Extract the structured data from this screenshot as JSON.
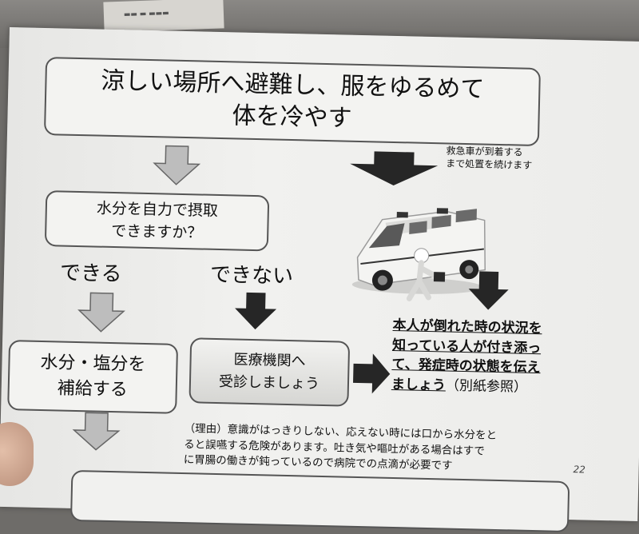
{
  "diagram": {
    "title_lines": [
      "涼しい場所へ避難し、服をゆるめて",
      "体を冷やす"
    ],
    "question_lines": [
      "水分を自力で摂取",
      "できますか？"
    ],
    "yes_label": "できる",
    "no_label": "できない",
    "ambulance_note_lines": [
      "救急車が到着する",
      "まで処置を続けます"
    ],
    "hydrate_lines": [
      "水分・塩分を",
      "補給する"
    ],
    "medical_lines": [
      "医療機関へ",
      "受診しましょう"
    ],
    "tell_lines": [
      "本人が倒れた時の状況を",
      "知っている人が付き添っ",
      "て、発症時の状態を伝え"
    ],
    "tell_last": "ましょう",
    "tell_suffix": "（別紙参照）",
    "reason_lines": [
      "（理由）意識がはっきりしない、応えない時には口から水分をと",
      "ると誤嚥する危険があります。吐き気や嘔吐がある場合はすで",
      "に胃腸の働きが鈍っているので病院での点滴が必要です"
    ],
    "page_number": "22"
  },
  "colors": {
    "arrow_gray": "#bdbdbd",
    "arrow_dark": "#262626",
    "box_border": "#555555"
  }
}
